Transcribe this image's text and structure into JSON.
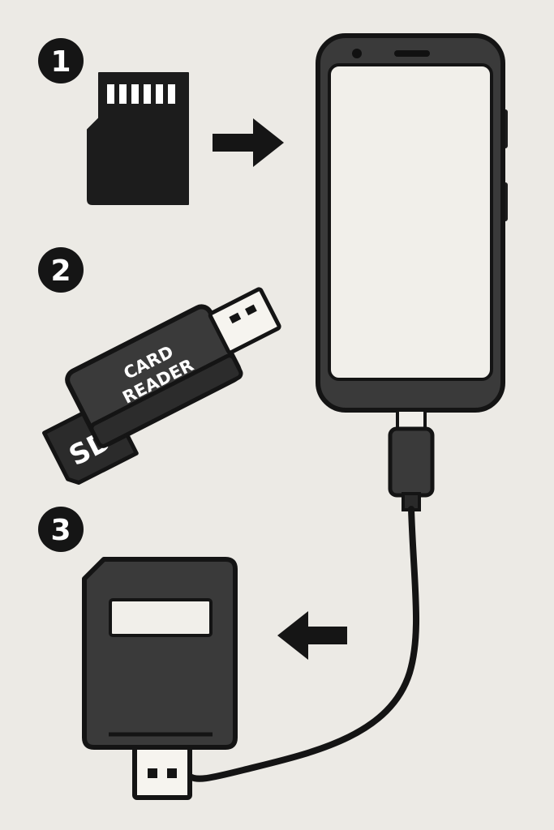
{
  "steps": {
    "one": "1",
    "two": "2",
    "three": "3"
  },
  "reader": {
    "line1": "CARD",
    "line2": "READER"
  },
  "sd_label": "SD",
  "colors": {
    "background": "#eceae5",
    "ink": "#1d1d1d",
    "device_body": "#3a3a3a",
    "screen": "#f1efea"
  },
  "icons": [
    "micro-sd-card-icon",
    "arrow-right-icon",
    "smartphone-icon",
    "usb-card-reader-icon",
    "sd-card-icon",
    "arrow-left-icon",
    "usb-c-cable-icon"
  ]
}
